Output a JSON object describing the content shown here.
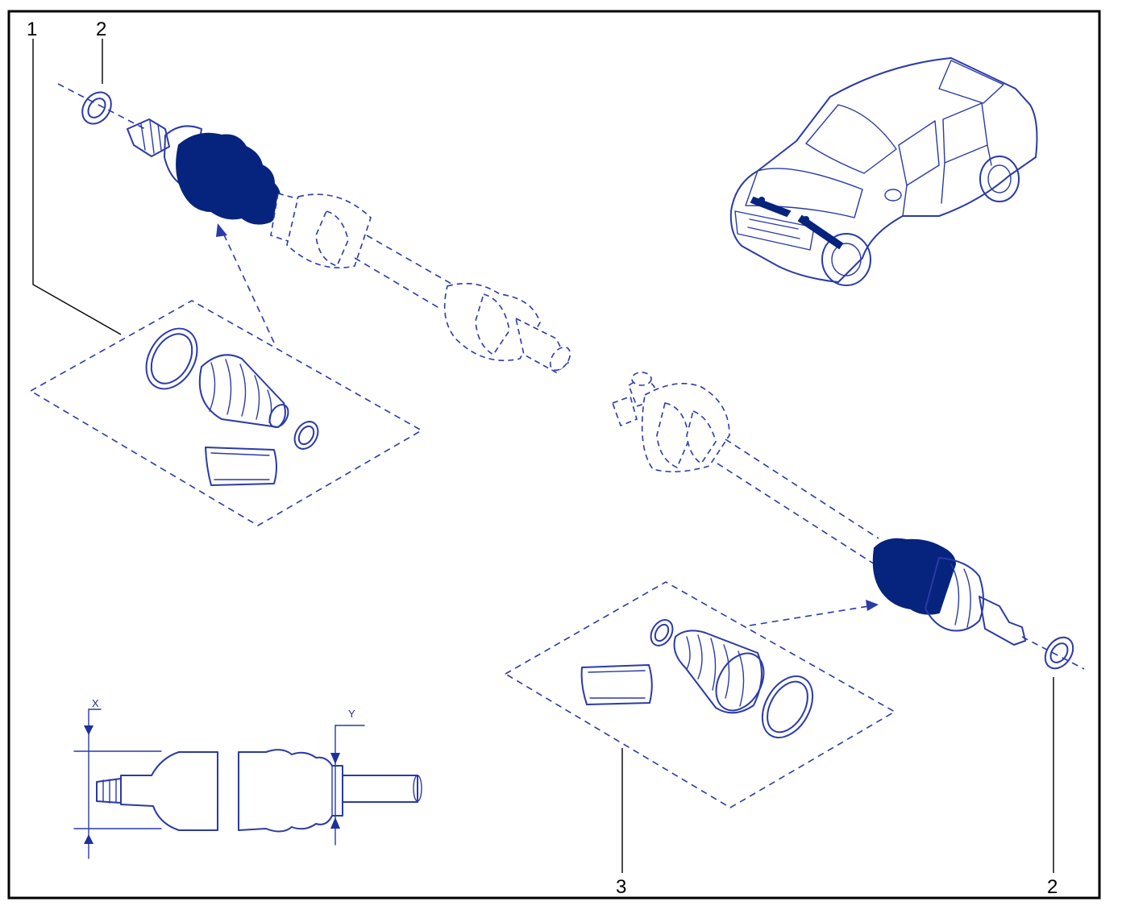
{
  "colors": {
    "ink": "#2a3aa8",
    "fill": "#06247d",
    "frame": "#000000",
    "background": "#ffffff"
  },
  "callouts": {
    "top_left_1": "1",
    "top_left_2": "2",
    "bottom_3": "3",
    "bottom_right_2": "2"
  },
  "dimensions": {
    "x_label": "X",
    "y_label": "Y"
  }
}
